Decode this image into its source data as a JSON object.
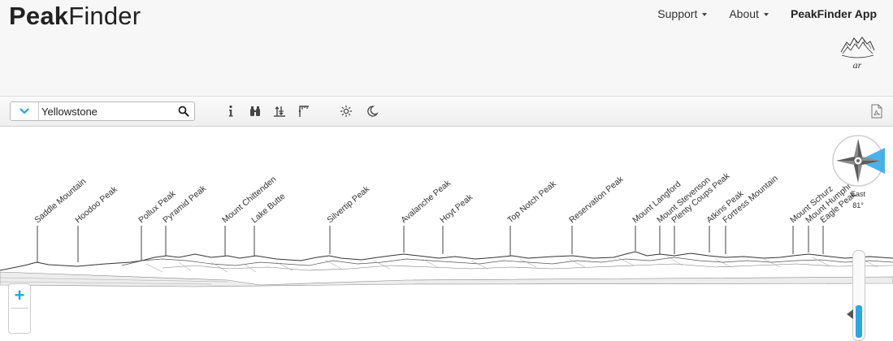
{
  "app": {
    "logo_bold": "Peak",
    "logo_light": "Finder"
  },
  "nav": {
    "support": "Support",
    "about": "About",
    "app": "PeakFinder App"
  },
  "ar": {
    "label": "ar"
  },
  "search": {
    "value": "Yellowstone"
  },
  "compass": {
    "direction": "East",
    "degrees": "81°"
  },
  "accent_color": "#2aa5e6",
  "peaks": [
    "Saddle Mountain",
    "Hoodoo Peak",
    "Pollux Peak",
    "Pyramid Peak",
    "Mount Chittenden",
    "Lake Butte",
    "Silvertip Peak",
    "Avalanche Peak",
    "Hoyt Peak",
    "Top Notch Peak",
    "Reservation Peak",
    "Mount Langford",
    "Mount Stevenson",
    "Plenty Coups Peak",
    "Atkins Peak",
    "Fortress Mountain",
    "Mount Schurz",
    "Mount Humphreys",
    "Eagle Peak"
  ],
  "icons": {
    "chevron": "chevron-down-icon",
    "search": "search-icon",
    "info": "info-icon",
    "binoculars": "binoculars-icon",
    "elevation": "elevation-icon",
    "crane": "viewpoint-icon",
    "sun": "sun-icon",
    "moon": "moon-icon",
    "pdf": "pdf-icon"
  }
}
